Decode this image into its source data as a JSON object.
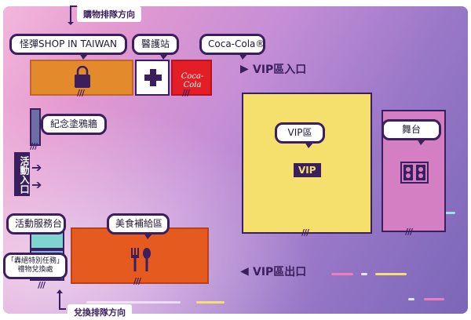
{
  "labels": {
    "shop": "怪彈SHOP IN TAIWAN",
    "medical": "醫護站",
    "cocacola": "Coca-Cola®",
    "graffiti": "紀念塗鴉牆",
    "entrance": "活動入口",
    "service": "活動服務台",
    "redeem_line1": "「轟絕特別任務」",
    "redeem_line2": "禮物兌換處",
    "food": "美食補給區",
    "vip_area": "VIP區",
    "vip_badge": "VIP",
    "stage": "舞台",
    "vip_entry": "VIP區入口",
    "vip_exit": "VIP區出口",
    "buy_direction": "購物排隊方向",
    "redeem_direction": "兌換排隊方向",
    "coca_logo_text": "Coca-Cola"
  },
  "colors": {
    "shop": "#e38a2c",
    "cocacola": "#e41e26",
    "food": "#e45a1f",
    "vip": "#f5e06e",
    "stage": "#d47fc4",
    "outline": "#3b1e5e"
  },
  "icons": {
    "shop": "shopping-bag-icon",
    "medical": "cross-icon",
    "food": "fork-spoon-icon",
    "stage": "speaker-icon"
  }
}
